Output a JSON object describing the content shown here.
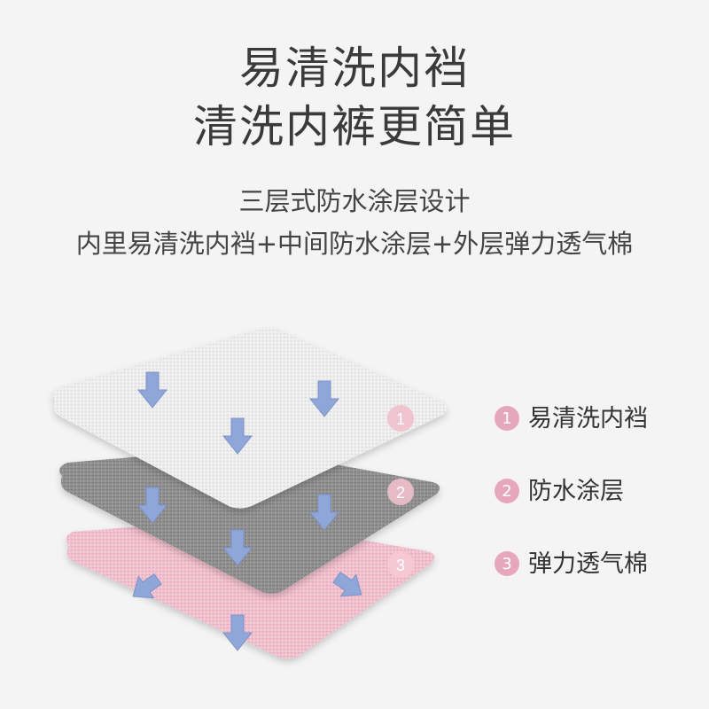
{
  "header": {
    "title_line1": "易清洗内裆",
    "title_line2": "清洗内裤更简单",
    "subtitle_line1": "三层式防水涂层设计",
    "subtitle_line2": "内里易清洗内裆+中间防水涂层+外层弹力透气棉"
  },
  "layers": [
    {
      "number": "1",
      "label": "易清洗内裆"
    },
    {
      "number": "2",
      "label": "防水涂层"
    },
    {
      "number": "3",
      "label": "弹力透气棉"
    }
  ],
  "colors": {
    "layer1": "#ececec",
    "layer2": "#8f8f8f",
    "layer3": "#f0bfcd",
    "arrow": "#8fa6d8",
    "badge": "#e6a7bd"
  }
}
